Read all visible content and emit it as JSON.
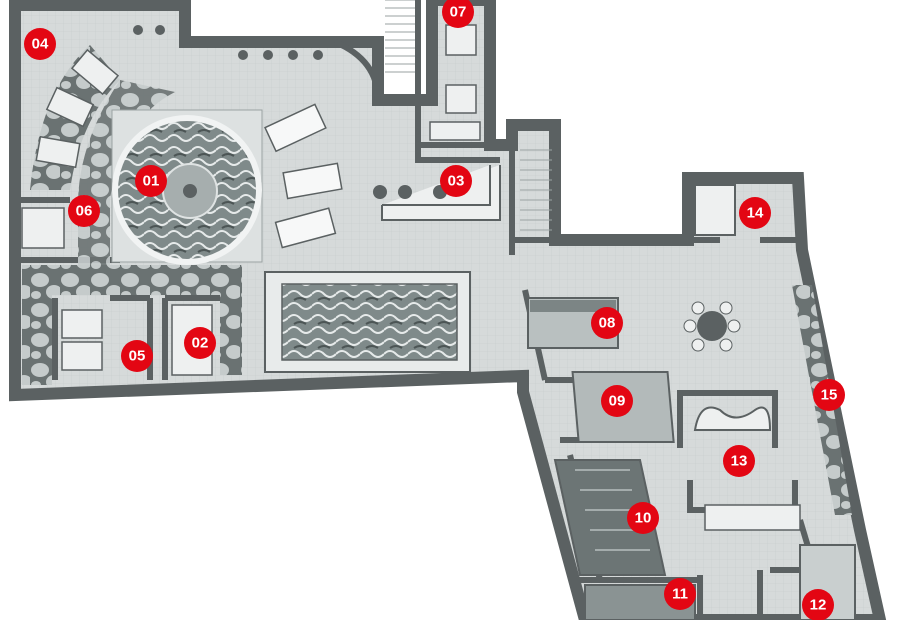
{
  "colors": {
    "marker": "#e30613",
    "wall": "#5b6162",
    "floor": "#d5d9d9",
    "water": "#8c9696"
  },
  "markers": {
    "m01": "01",
    "m02": "02",
    "m03": "03",
    "m04": "04",
    "m05": "05",
    "m06": "06",
    "m07": "07",
    "m08": "08",
    "m09": "09",
    "m10": "10",
    "m11": "11",
    "m12": "12",
    "m13": "13",
    "m14": "14",
    "m15": "15"
  }
}
